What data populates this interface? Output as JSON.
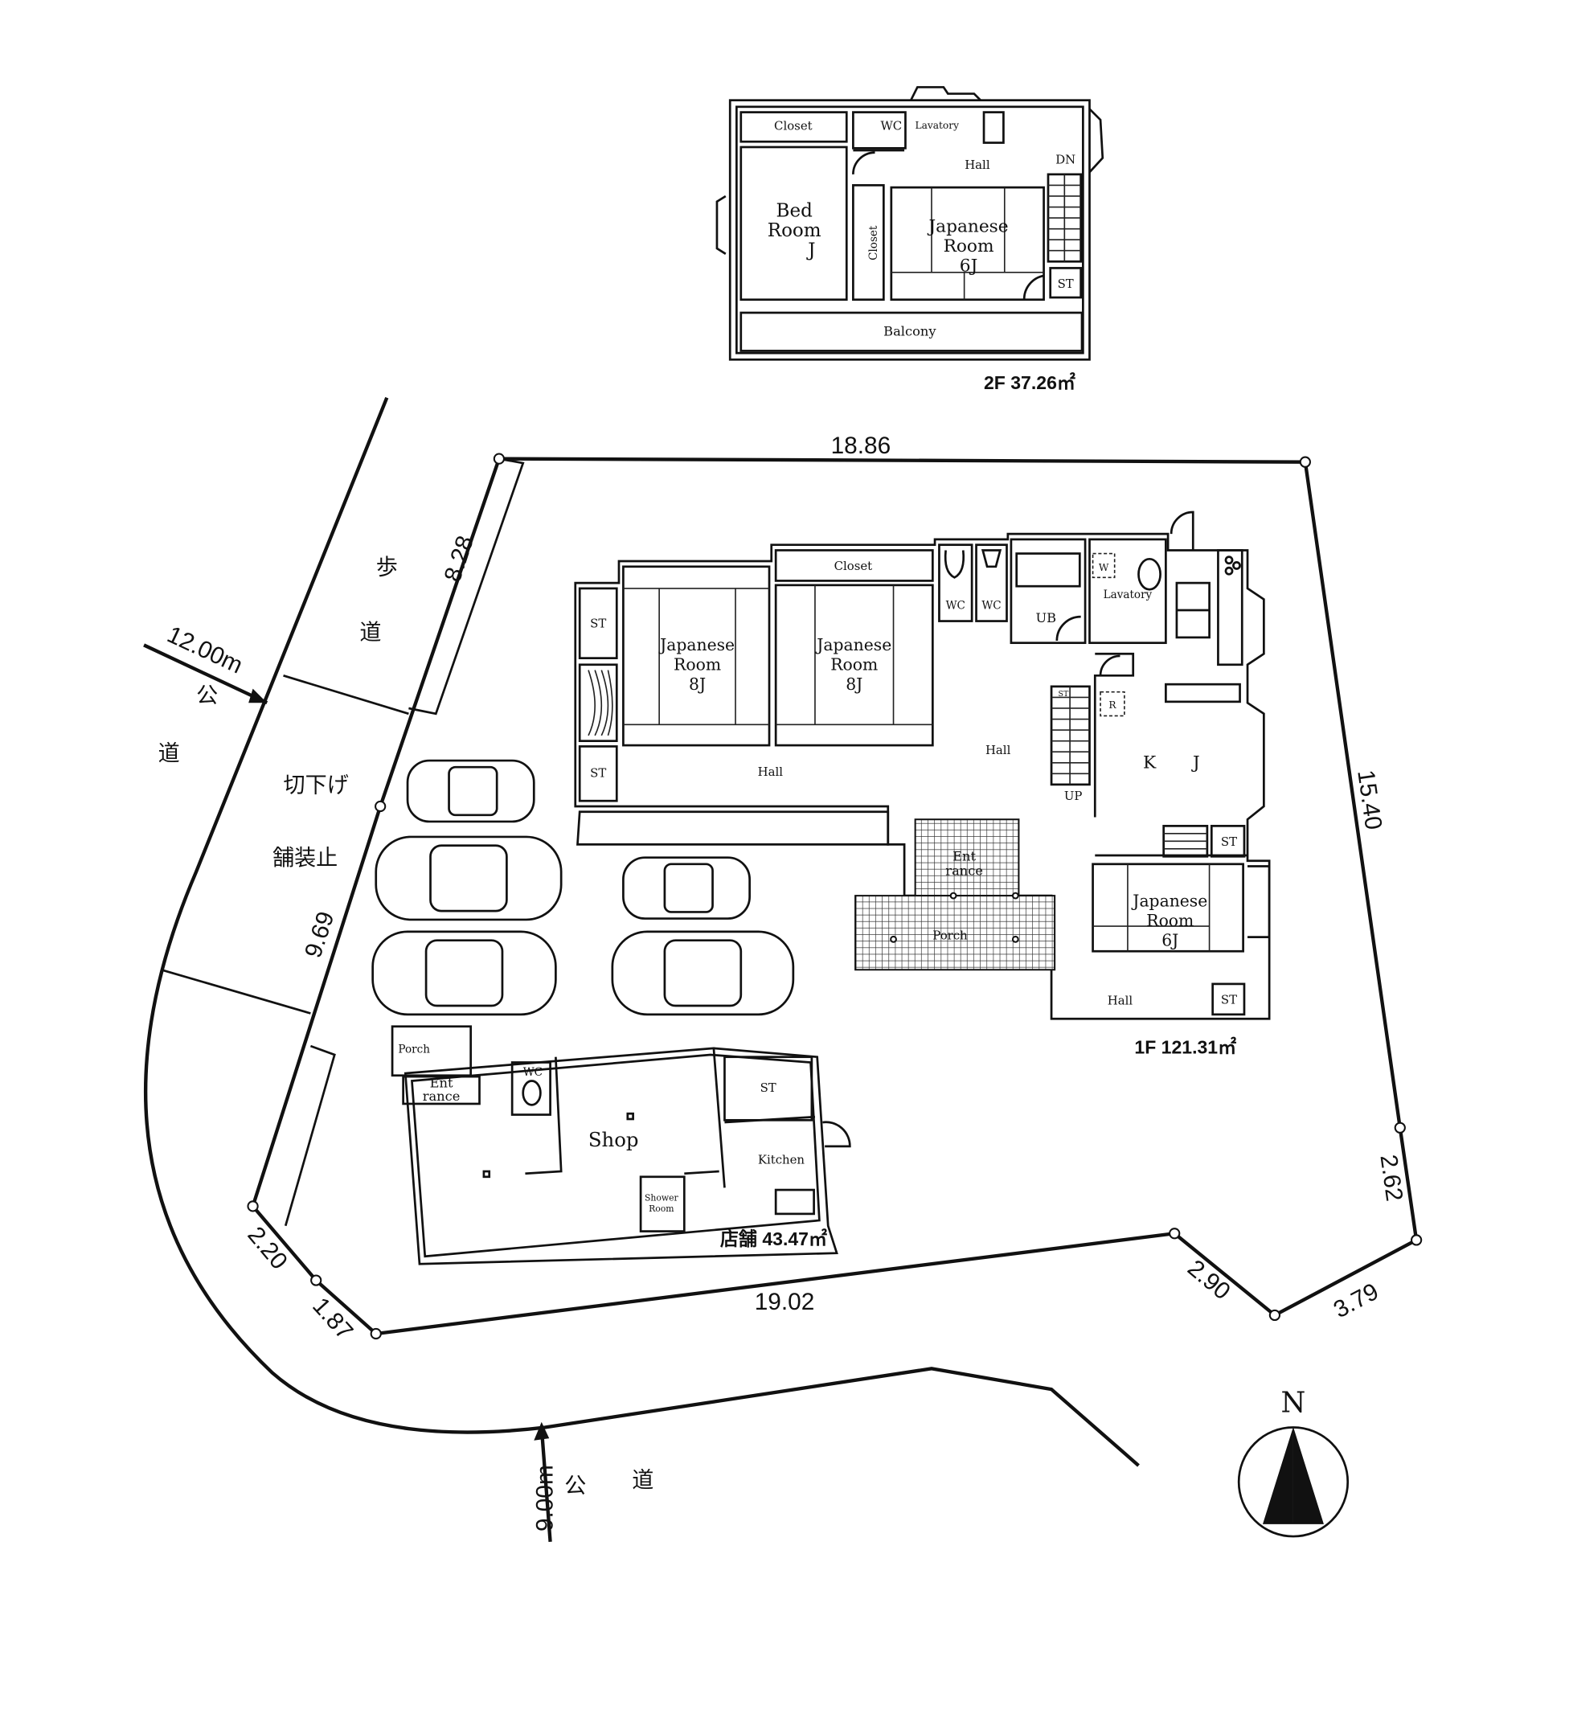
{
  "floor2": {
    "closet_top": "Closet",
    "wc": "WC",
    "lavatory": "Lavatory",
    "hall": "Hall",
    "dn": "DN",
    "bedroom": [
      "Bed",
      "Room",
      "J"
    ],
    "closet_side": "Closet",
    "japanese_room": [
      "Japanese",
      "Room",
      "6J"
    ],
    "st": "ST",
    "balcony": "Balcony",
    "area": "2F 37.26㎡"
  },
  "floor1": {
    "st_a": "ST",
    "st_b": "ST",
    "jroom1": [
      "Japanese",
      "Room",
      "8J"
    ],
    "jroom2": [
      "Japanese",
      "Room",
      "8J"
    ],
    "closet": "Closet",
    "wc1": "WC",
    "wc2": "WC",
    "ub": "UB",
    "lavatory": "Lavatory",
    "w_mark": "W",
    "r_mark": "R",
    "st_stair": "ST",
    "hall_main": "Hall",
    "hall_left": "Hall",
    "up": "UP",
    "kj": [
      "K",
      "J"
    ],
    "entrance": [
      "Ent",
      "rance"
    ],
    "porch": "Porch",
    "st_c": "ST",
    "jroom3": [
      "Japanese",
      "Room",
      "6J"
    ],
    "hall_lower": "Hall",
    "st_d": "ST",
    "area": "1F 121.31㎡"
  },
  "shop": {
    "porch": "Porch",
    "entrance": [
      "Ent",
      "rance"
    ],
    "wc": "WC",
    "shop": "Shop",
    "st": "ST",
    "kitchen": "Kitchen",
    "shower": [
      "Shower",
      "Room"
    ],
    "area": "店舗 43.47㎡"
  },
  "site": {
    "dims": {
      "north": "18.86",
      "east": "15.40",
      "east_short": "2.62",
      "se1": "3.79",
      "se2": "2.90",
      "south": "19.02",
      "sw1": "1.87",
      "sw2": "2.20",
      "west": "9.69",
      "nw": "8.28"
    },
    "road_west_width": "12.00m",
    "road_west_label": [
      "公",
      "道"
    ],
    "sidewalk_label": [
      "歩",
      "道"
    ],
    "curb_cut": "切下げ",
    "paving_end": "舗装止",
    "road_south_width": "9.00m",
    "road_south_label": [
      "公",
      "道"
    ],
    "compass": "N"
  }
}
